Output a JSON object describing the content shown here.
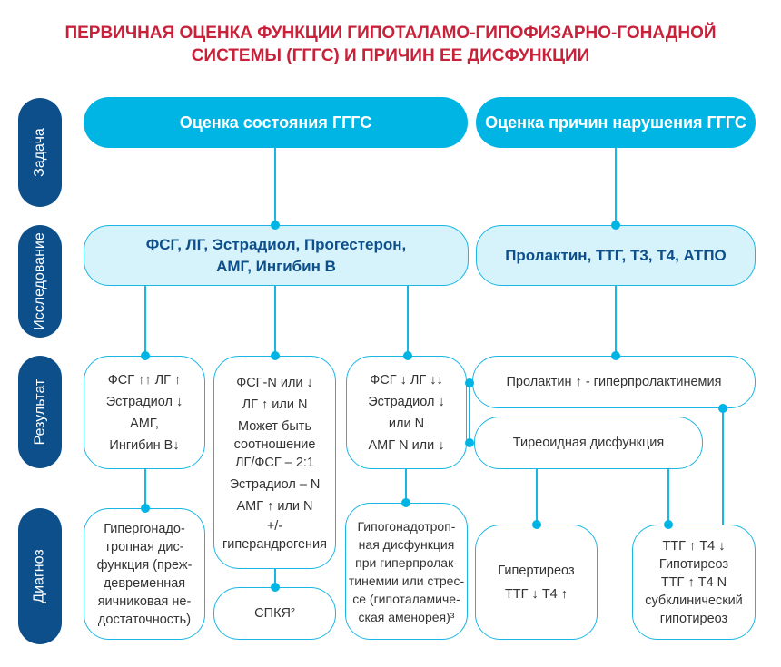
{
  "title": {
    "line1": "ПЕРВИЧНАЯ ОЦЕНКА ФУНКЦИИ ГИПОТАЛАМО-ГИПОФИЗАРНО-ГОНАДНОЙ",
    "line2": "СИСТЕМЫ (ГГГС) И ПРИЧИН ЕЕ ДИСФУНКЦИИ"
  },
  "rows": {
    "task": "Задача",
    "study": "Исследование",
    "result": "Результат",
    "diagnosis": "Диагноз"
  },
  "task": {
    "left": "Оценка состояния ГГГС",
    "right": "Оценка причин нарушения ГГГС"
  },
  "study": {
    "left": [
      "ФСГ, ЛГ, Эстрадиол, Прогестерон,",
      "АМГ, Ингибин В"
    ],
    "right": "Пролактин, ТТГ, Т3, Т4, АТПО"
  },
  "results": {
    "r1": [
      "ФСГ ↑↑ ЛГ ↑",
      "Эстрадиол ↓",
      "АМГ,",
      "Ингибин В↓"
    ],
    "r2": [
      "ФСГ-N или ↓",
      "ЛГ ↑ или N",
      "Может быть",
      "соотношение",
      "ЛГ/ФСГ – 2:1",
      "Эстрадиол – N",
      "АМГ ↑ или N",
      "+/-",
      "гиперандрогения"
    ],
    "r3": [
      "ФСГ ↓ ЛГ ↓↓",
      "Эстрадиол ↓",
      "или N",
      "АМГ N или ↓"
    ],
    "prolactin": "Пролактин ↑ - гиперпролактинемия",
    "thyroid": "Тиреоидная дисфункция"
  },
  "diagnosis": {
    "d1": [
      "Гипергонадо-",
      "тропная дис-",
      "функция (преж-",
      "девременная",
      "яичниковая не-",
      "достаточность)"
    ],
    "pcos": "СПКЯ²",
    "d3": [
      "Гипогонадотроп-",
      "ная дисфункция",
      "при гиперпролак-",
      "тинемии или стрес-",
      "се (гипоталамиче-",
      "ская аменорея)³"
    ],
    "hyper": [
      "Гипертиреоз",
      "ТТГ ↓ Т4 ↑"
    ],
    "hypo": [
      "ТТГ ↑ Т4 ↓",
      "Гипотиреоз",
      "ТТГ ↑ Т4 N",
      "субклинический",
      "гипотиреоз"
    ]
  },
  "colors": {
    "accent": "#00b4e3",
    "label": "#0d4f8b",
    "title": "#c8213a"
  }
}
